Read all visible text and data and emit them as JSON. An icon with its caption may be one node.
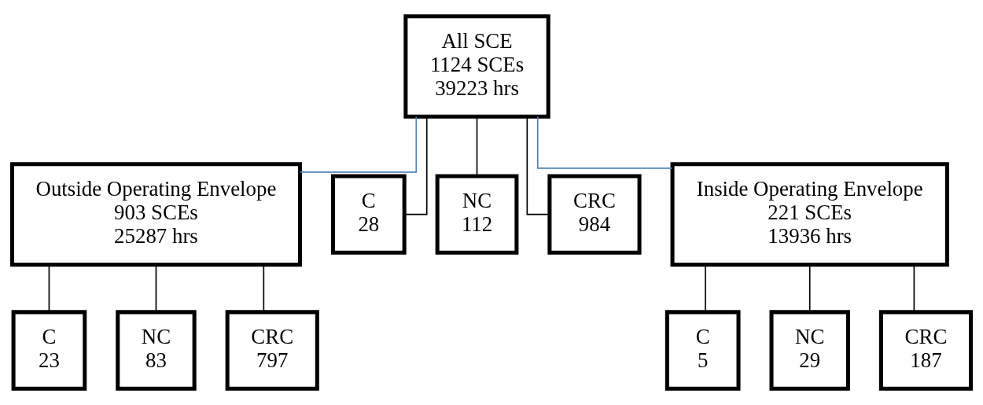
{
  "diagram": {
    "nodes": [
      {
        "text": [
          "All SCE",
          "1124 SCEs",
          "39223 hrs"
        ]
      },
      {
        "text": [
          "Outside Operating Envelope",
          "903 SCEs",
          "25287 hrs"
        ]
      },
      {
        "text": [
          "C",
          "28"
        ]
      },
      {
        "text": [
          "NC",
          "112"
        ]
      },
      {
        "text": [
          "CRC",
          "984"
        ]
      },
      {
        "text": [
          "Inside Operating Envelope",
          "221 SCEs",
          "13936 hrs"
        ]
      },
      {
        "text": [
          "C",
          "23"
        ]
      },
      {
        "text": [
          "NC",
          "83"
        ]
      },
      {
        "text": [
          "CRC",
          "797"
        ]
      },
      {
        "text": [
          "C",
          "5"
        ]
      },
      {
        "text": [
          "NC",
          "29"
        ]
      },
      {
        "text": [
          "CRC",
          "187"
        ]
      }
    ],
    "edges": [
      {
        "from": 0,
        "to": 1,
        "arrow": "none",
        "color": "#4f81bd"
      },
      {
        "from": 0,
        "to": 2,
        "arrow": "none"
      },
      {
        "from": 0,
        "to": 3,
        "arrow": "none"
      },
      {
        "from": 0,
        "to": 4,
        "arrow": "none"
      },
      {
        "from": 0,
        "to": 5,
        "arrow": "none",
        "color": "#4f81bd"
      },
      {
        "from": 1,
        "to": 6,
        "arrow": "none"
      },
      {
        "from": 1,
        "to": 7,
        "arrow": "none"
      },
      {
        "from": 1,
        "to": 8,
        "arrow": "none"
      },
      {
        "from": 5,
        "to": 9,
        "arrow": "none"
      },
      {
        "from": 5,
        "to": 10,
        "arrow": "none"
      },
      {
        "from": 5,
        "to": 11,
        "arrow": "none"
      }
    ]
  }
}
